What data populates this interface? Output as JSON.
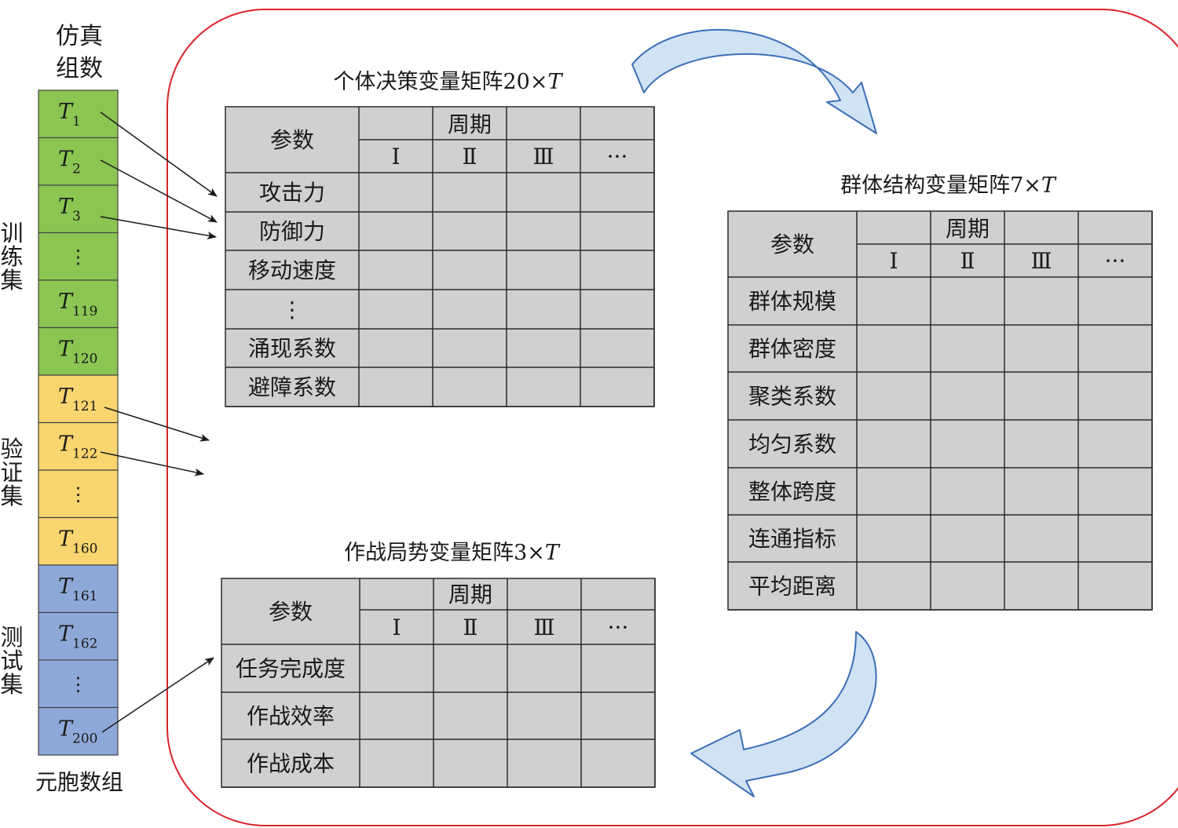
{
  "column": {
    "title_line1": "仿真",
    "title_line2": "组数",
    "footer": "元胞数组",
    "cells": [
      {
        "main": "T",
        "sub": "1",
        "group": "train"
      },
      {
        "main": "T",
        "sub": "2",
        "group": "train"
      },
      {
        "main": "T",
        "sub": "3",
        "group": "train"
      },
      {
        "main": "⋮",
        "sub": "",
        "group": "train"
      },
      {
        "main": "T",
        "sub": "119",
        "group": "train"
      },
      {
        "main": "T",
        "sub": "120",
        "group": "train"
      },
      {
        "main": "T",
        "sub": "121",
        "group": "val"
      },
      {
        "main": "T",
        "sub": "122",
        "group": "val"
      },
      {
        "main": "⋮",
        "sub": "",
        "group": "val"
      },
      {
        "main": "T",
        "sub": "160",
        "group": "val"
      },
      {
        "main": "T",
        "sub": "161",
        "group": "test"
      },
      {
        "main": "T",
        "sub": "162",
        "group": "test"
      },
      {
        "main": "⋮",
        "sub": "",
        "group": "test"
      },
      {
        "main": "T",
        "sub": "200",
        "group": "test"
      }
    ]
  },
  "groups": {
    "train": {
      "label": [
        "训",
        "练",
        "集"
      ],
      "color": "#8cc552"
    },
    "val": {
      "label": [
        "验",
        "证",
        "集"
      ],
      "color": "#f8d56f"
    },
    "test": {
      "label": [
        "测",
        "试",
        "集"
      ],
      "color": "#8ea9d8"
    }
  },
  "matrices": {
    "individual": {
      "title": "个体决策变量矩阵20×",
      "title_var": "T",
      "param_header": "参数",
      "period_header": "周期",
      "periods": [
        "Ⅰ",
        "Ⅱ",
        "Ⅲ",
        "···"
      ],
      "rows": [
        "攻击力",
        "防御力",
        "移动速度",
        "⋮",
        "涌现系数",
        "避障系数"
      ]
    },
    "group_structure": {
      "title": "群体结构变量矩阵7×",
      "title_var": "T",
      "param_header": "参数",
      "period_header": "周期",
      "periods": [
        "Ⅰ",
        "Ⅱ",
        "Ⅲ",
        "···"
      ],
      "rows": [
        "群体规模",
        "群体密度",
        "聚类系数",
        "均匀系数",
        "整体跨度",
        "连通指标",
        "平均距离"
      ]
    },
    "combat": {
      "title": "作战局势变量矩阵3×",
      "title_var": "T",
      "param_header": "参数",
      "period_header": "周期",
      "periods": [
        "Ⅰ",
        "Ⅱ",
        "Ⅲ",
        "···"
      ],
      "rows": [
        "任务完成度",
        "作战效率",
        "作战成本"
      ]
    }
  },
  "colors": {
    "table_fill": "#d0d0d0",
    "table_line": "#2a2a2a",
    "frame": "#d9242b",
    "cycle_arrow_fill": "#cfe3f5",
    "cycle_arrow_stroke": "#3d6fb8",
    "pointer": "#1a1a1a"
  }
}
